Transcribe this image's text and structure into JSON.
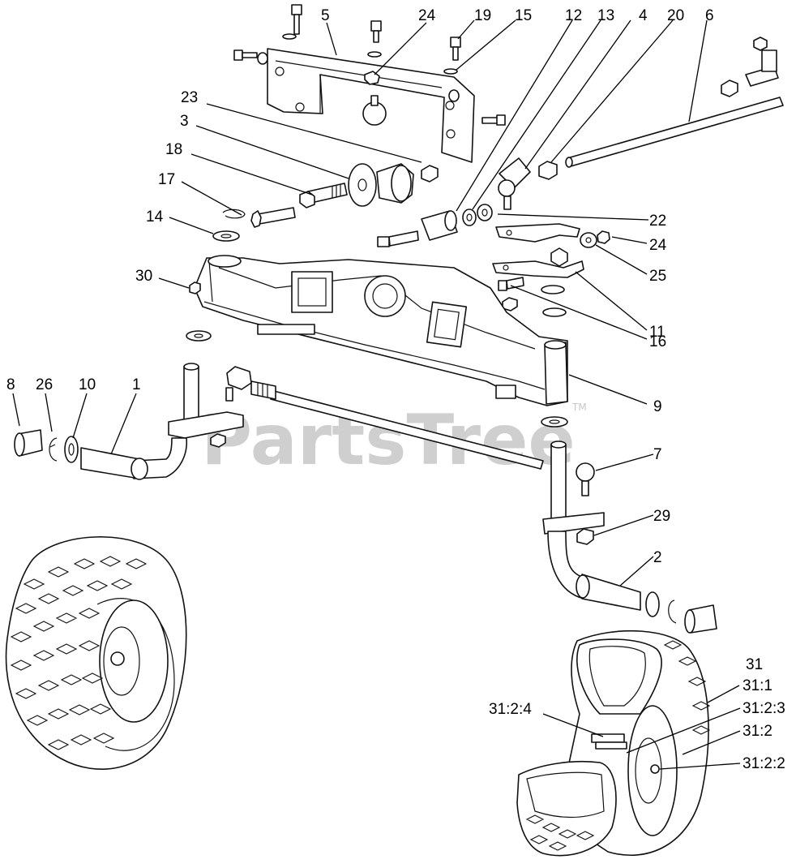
{
  "watermark": {
    "brand": "PartsTree",
    "tm": "TM"
  },
  "callouts": [
    {
      "id": "c5",
      "label": "5"
    },
    {
      "id": "c24a",
      "label": "24"
    },
    {
      "id": "c19",
      "label": "19"
    },
    {
      "id": "c15",
      "label": "15"
    },
    {
      "id": "c12",
      "label": "12"
    },
    {
      "id": "c13",
      "label": "13"
    },
    {
      "id": "c4",
      "label": "4"
    },
    {
      "id": "c20",
      "label": "20"
    },
    {
      "id": "c6",
      "label": "6"
    },
    {
      "id": "c23",
      "label": "23"
    },
    {
      "id": "c3",
      "label": "3"
    },
    {
      "id": "c18",
      "label": "18"
    },
    {
      "id": "c17",
      "label": "17"
    },
    {
      "id": "c14",
      "label": "14"
    },
    {
      "id": "c30",
      "label": "30"
    },
    {
      "id": "c22",
      "label": "22"
    },
    {
      "id": "c24b",
      "label": "24"
    },
    {
      "id": "c25",
      "label": "25"
    },
    {
      "id": "c11",
      "label": "11"
    },
    {
      "id": "c16",
      "label": "16"
    },
    {
      "id": "c9",
      "label": "9"
    },
    {
      "id": "c8",
      "label": "8"
    },
    {
      "id": "c26",
      "label": "26"
    },
    {
      "id": "c10",
      "label": "10"
    },
    {
      "id": "c1",
      "label": "1"
    },
    {
      "id": "c7",
      "label": "7"
    },
    {
      "id": "c29",
      "label": "29"
    },
    {
      "id": "c2",
      "label": "2"
    },
    {
      "id": "c31",
      "label": "31"
    },
    {
      "id": "c31_1",
      "label": "31:1"
    },
    {
      "id": "c31_2_4",
      "label": "31:2:4"
    },
    {
      "id": "c31_2_3",
      "label": "31:2:3"
    },
    {
      "id": "c31_2",
      "label": "31:2"
    },
    {
      "id": "c31_2_2",
      "label": "31:2:2"
    }
  ]
}
